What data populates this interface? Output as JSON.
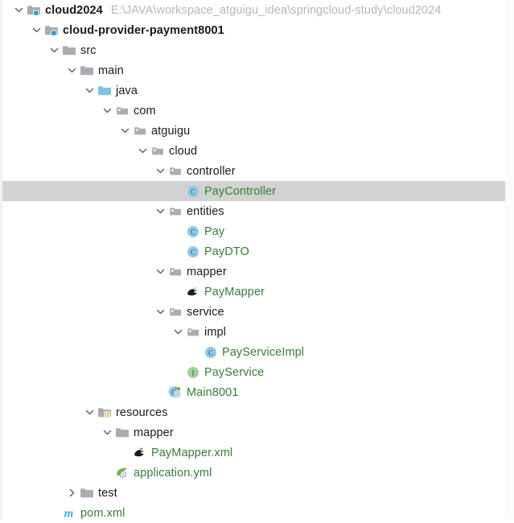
{
  "panel": {
    "name": "project-tree",
    "colors": {
      "selection_bg": "#d2d2d2",
      "text": "#1a1a1a",
      "text_green": "#3b7a3b",
      "text_muted": "#b6b6b6",
      "folder_gray": "#9aa0a6",
      "folder_blue": "#6dc6e7",
      "class_blue": "#8ecae6",
      "interface_green": "#9ccc9c",
      "badge_blue": "#2196d3"
    }
  },
  "tree": {
    "rows": [
      {
        "id": "cloud2024",
        "label": "cloud2024",
        "secondary": "E:\\JAVA\\workspace_atguigu_idea\\springcloud-study\\cloud2024",
        "depth": 0,
        "expanded": true,
        "has_children": true,
        "icon": "module-folder-icon",
        "bold": true,
        "green": false,
        "selected": false
      },
      {
        "id": "cloud-provider-payment8001",
        "label": "cloud-provider-payment8001",
        "secondary": "",
        "depth": 1,
        "expanded": true,
        "has_children": true,
        "icon": "module-folder-icon",
        "bold": true,
        "green": false,
        "selected": false
      },
      {
        "id": "src",
        "label": "src",
        "secondary": "",
        "depth": 2,
        "expanded": true,
        "has_children": true,
        "icon": "folder-icon",
        "bold": false,
        "green": false,
        "selected": false
      },
      {
        "id": "main",
        "label": "main",
        "secondary": "",
        "depth": 3,
        "expanded": true,
        "has_children": true,
        "icon": "folder-icon",
        "bold": false,
        "green": false,
        "selected": false
      },
      {
        "id": "java",
        "label": "java",
        "secondary": "",
        "depth": 4,
        "expanded": true,
        "has_children": true,
        "icon": "source-root-folder-icon",
        "bold": false,
        "green": false,
        "selected": false
      },
      {
        "id": "com",
        "label": "com",
        "secondary": "",
        "depth": 5,
        "expanded": true,
        "has_children": true,
        "icon": "package-icon",
        "bold": false,
        "green": false,
        "selected": false
      },
      {
        "id": "atguigu",
        "label": "atguigu",
        "secondary": "",
        "depth": 6,
        "expanded": true,
        "has_children": true,
        "icon": "package-icon",
        "bold": false,
        "green": false,
        "selected": false
      },
      {
        "id": "cloud",
        "label": "cloud",
        "secondary": "",
        "depth": 7,
        "expanded": true,
        "has_children": true,
        "icon": "package-icon",
        "bold": false,
        "green": false,
        "selected": false
      },
      {
        "id": "controller",
        "label": "controller",
        "secondary": "",
        "depth": 8,
        "expanded": true,
        "has_children": true,
        "icon": "package-icon",
        "bold": false,
        "green": false,
        "selected": false
      },
      {
        "id": "PayController",
        "label": "PayController",
        "secondary": "",
        "depth": 9,
        "expanded": false,
        "has_children": false,
        "icon": "java-class-icon",
        "bold": false,
        "green": true,
        "selected": true
      },
      {
        "id": "entities",
        "label": "entities",
        "secondary": "",
        "depth": 8,
        "expanded": true,
        "has_children": true,
        "icon": "package-icon",
        "bold": false,
        "green": false,
        "selected": false
      },
      {
        "id": "Pay",
        "label": "Pay",
        "secondary": "",
        "depth": 9,
        "expanded": false,
        "has_children": false,
        "icon": "java-class-icon",
        "bold": false,
        "green": true,
        "selected": false
      },
      {
        "id": "PayDTO",
        "label": "PayDTO",
        "secondary": "",
        "depth": 9,
        "expanded": false,
        "has_children": false,
        "icon": "java-class-icon",
        "bold": false,
        "green": true,
        "selected": false
      },
      {
        "id": "mapper",
        "label": "mapper",
        "secondary": "",
        "depth": 8,
        "expanded": true,
        "has_children": true,
        "icon": "package-icon",
        "bold": false,
        "green": false,
        "selected": false
      },
      {
        "id": "PayMapper",
        "label": "PayMapper",
        "secondary": "",
        "depth": 9,
        "expanded": false,
        "has_children": false,
        "icon": "mybatis-mapper-icon",
        "bold": false,
        "green": true,
        "selected": false
      },
      {
        "id": "service",
        "label": "service",
        "secondary": "",
        "depth": 8,
        "expanded": true,
        "has_children": true,
        "icon": "package-icon",
        "bold": false,
        "green": false,
        "selected": false
      },
      {
        "id": "impl",
        "label": "impl",
        "secondary": "",
        "depth": 9,
        "expanded": true,
        "has_children": true,
        "icon": "package-icon",
        "bold": false,
        "green": false,
        "selected": false
      },
      {
        "id": "PayServiceImpl",
        "label": "PayServiceImpl",
        "secondary": "",
        "depth": 10,
        "expanded": false,
        "has_children": false,
        "icon": "java-class-icon",
        "bold": false,
        "green": true,
        "selected": false
      },
      {
        "id": "PayService",
        "label": "PayService",
        "secondary": "",
        "depth": 9,
        "expanded": false,
        "has_children": false,
        "icon": "java-interface-icon",
        "bold": false,
        "green": true,
        "selected": false
      },
      {
        "id": "Main8001",
        "label": "Main8001",
        "secondary": "",
        "depth": 8,
        "expanded": false,
        "has_children": false,
        "icon": "java-runnable-class-icon",
        "bold": false,
        "green": true,
        "selected": false
      },
      {
        "id": "resources",
        "label": "resources",
        "secondary": "",
        "depth": 4,
        "expanded": true,
        "has_children": true,
        "icon": "resources-root-folder-icon",
        "bold": false,
        "green": false,
        "selected": false
      },
      {
        "id": "resources-mapper",
        "label": "mapper",
        "secondary": "",
        "depth": 5,
        "expanded": true,
        "has_children": true,
        "icon": "folder-icon",
        "bold": false,
        "green": false,
        "selected": false
      },
      {
        "id": "PayMapper.xml",
        "label": "PayMapper.xml",
        "secondary": "",
        "depth": 6,
        "expanded": false,
        "has_children": false,
        "icon": "mybatis-xml-icon",
        "bold": false,
        "green": true,
        "selected": false
      },
      {
        "id": "application.yml",
        "label": "application.yml",
        "secondary": "",
        "depth": 5,
        "expanded": false,
        "has_children": false,
        "icon": "spring-yaml-icon",
        "bold": false,
        "green": true,
        "selected": false
      },
      {
        "id": "test",
        "label": "test",
        "secondary": "",
        "depth": 3,
        "expanded": false,
        "has_children": true,
        "icon": "folder-icon",
        "bold": false,
        "green": false,
        "selected": false
      },
      {
        "id": "pom.xml",
        "label": "pom.xml",
        "secondary": "",
        "depth": 2,
        "expanded": false,
        "has_children": false,
        "icon": "maven-pom-icon",
        "bold": false,
        "green": true,
        "selected": false
      }
    ]
  }
}
